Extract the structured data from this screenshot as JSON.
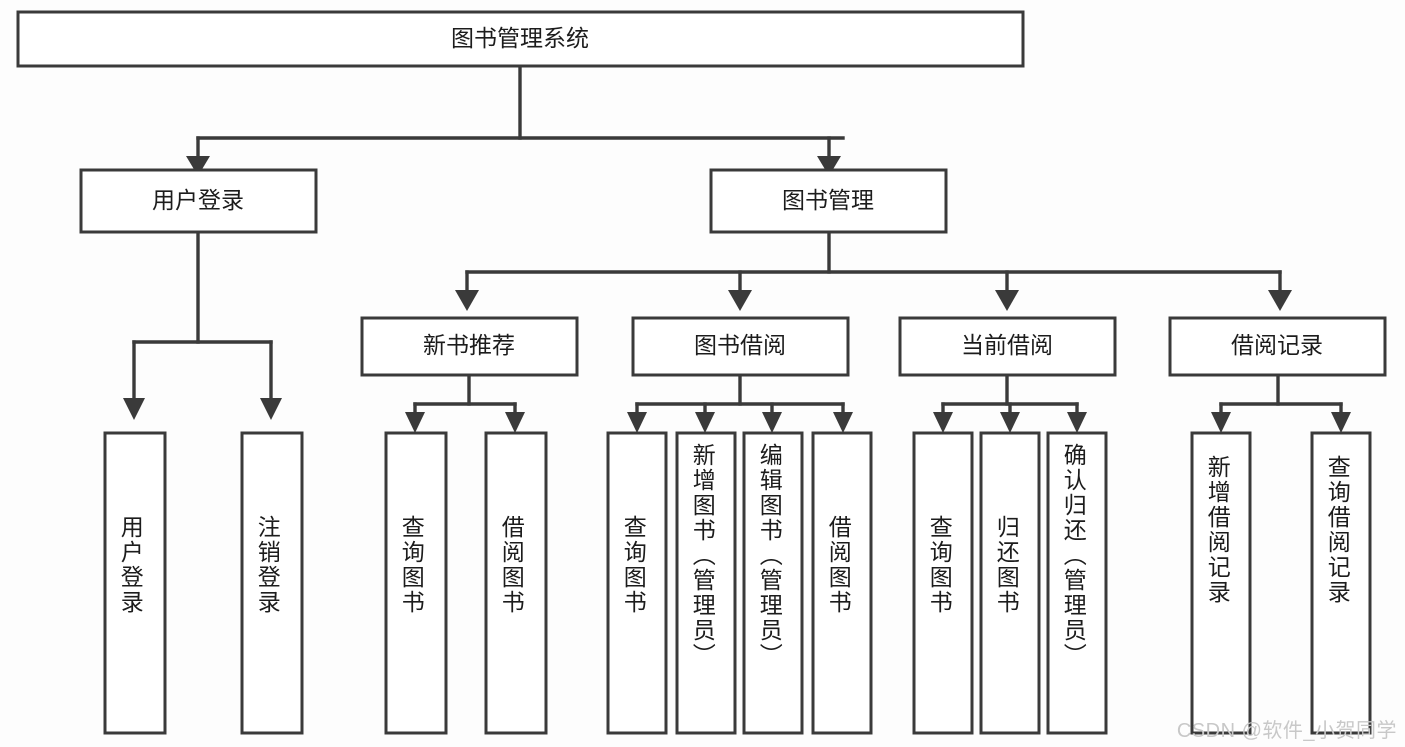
{
  "diagram": {
    "type": "tree",
    "title": "图书管理系统",
    "colors": {
      "background": "#fdfdfd",
      "box_fill": "#ffffff",
      "line": "#3a3a3a",
      "text": "#1c1c1c",
      "watermark": "#c8c8c8"
    },
    "root": {
      "label": "图书管理系统"
    },
    "level2": [
      {
        "label": "用户登录"
      },
      {
        "label": "图书管理"
      }
    ],
    "level3": [
      {
        "label": "新书推荐"
      },
      {
        "label": "图书借阅"
      },
      {
        "label": "当前借阅"
      },
      {
        "label": "借阅记录"
      }
    ],
    "leaves": {
      "user_login": [
        {
          "label": "用户登录"
        },
        {
          "label": "注销登录"
        }
      ],
      "new_book_recommend": [
        {
          "label": "查询图书"
        },
        {
          "label": "借阅图书"
        }
      ],
      "book_borrow": [
        {
          "label": "查询图书"
        },
        {
          "label": "新增图书（管理员）"
        },
        {
          "label": "编辑图书（管理员）"
        },
        {
          "label": "借阅图书"
        }
      ],
      "current_borrow": [
        {
          "label": "查询图书"
        },
        {
          "label": "归还图书"
        },
        {
          "label": "确认归还（管理员）"
        }
      ],
      "borrow_record": [
        {
          "label": "新增借阅记录"
        },
        {
          "label": "查询借阅记录"
        }
      ]
    }
  },
  "watermark": {
    "text": "CSDN @软件_小贺同学"
  }
}
